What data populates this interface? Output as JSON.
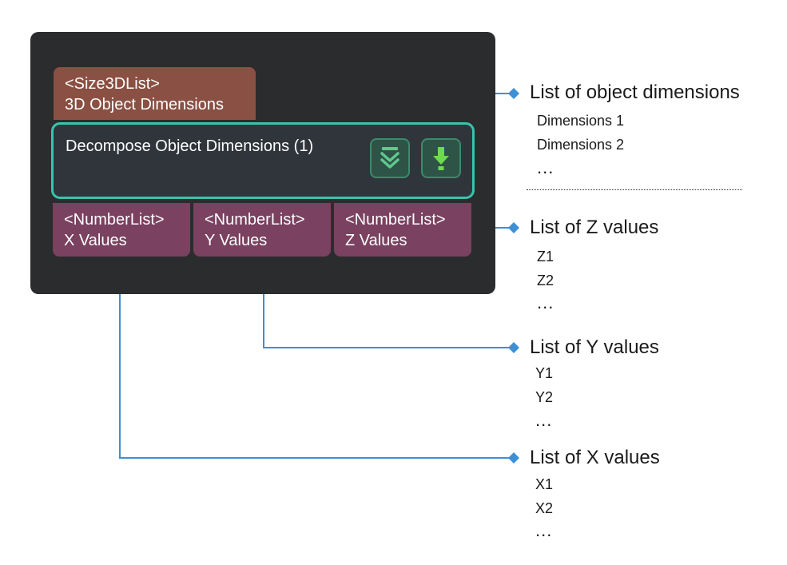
{
  "step": {
    "title": "Decompose Object Dimensions (1)",
    "accent_color": "#35c5ad",
    "buttons": [
      {
        "icon": "double-chevron-down-icon"
      },
      {
        "icon": "download-arrow-icon"
      }
    ]
  },
  "input_port": {
    "type": "<Size3DList>",
    "name": "3D Object Dimensions",
    "color": "#8a5043"
  },
  "output_ports": [
    {
      "type": "<NumberList>",
      "name": "X Values"
    },
    {
      "type": "<NumberList>",
      "name": "Y Values"
    },
    {
      "type": "<NumberList>",
      "name": "Z Values"
    }
  ],
  "output_port_color": "#7a4160",
  "wire_color": "#3d8fd6",
  "annotations": {
    "input": {
      "label": "List of object dimensions",
      "items": [
        "Dimensions 1",
        "Dimensions 2",
        "..."
      ]
    },
    "z": {
      "label": "List of Z values",
      "items": [
        "Z1",
        "Z2",
        "..."
      ]
    },
    "y": {
      "label": "List of Y values",
      "items": [
        "Y1",
        "Y2",
        "..."
      ]
    },
    "x": {
      "label": "List of X values",
      "items": [
        "X1",
        "X2",
        "..."
      ]
    }
  }
}
